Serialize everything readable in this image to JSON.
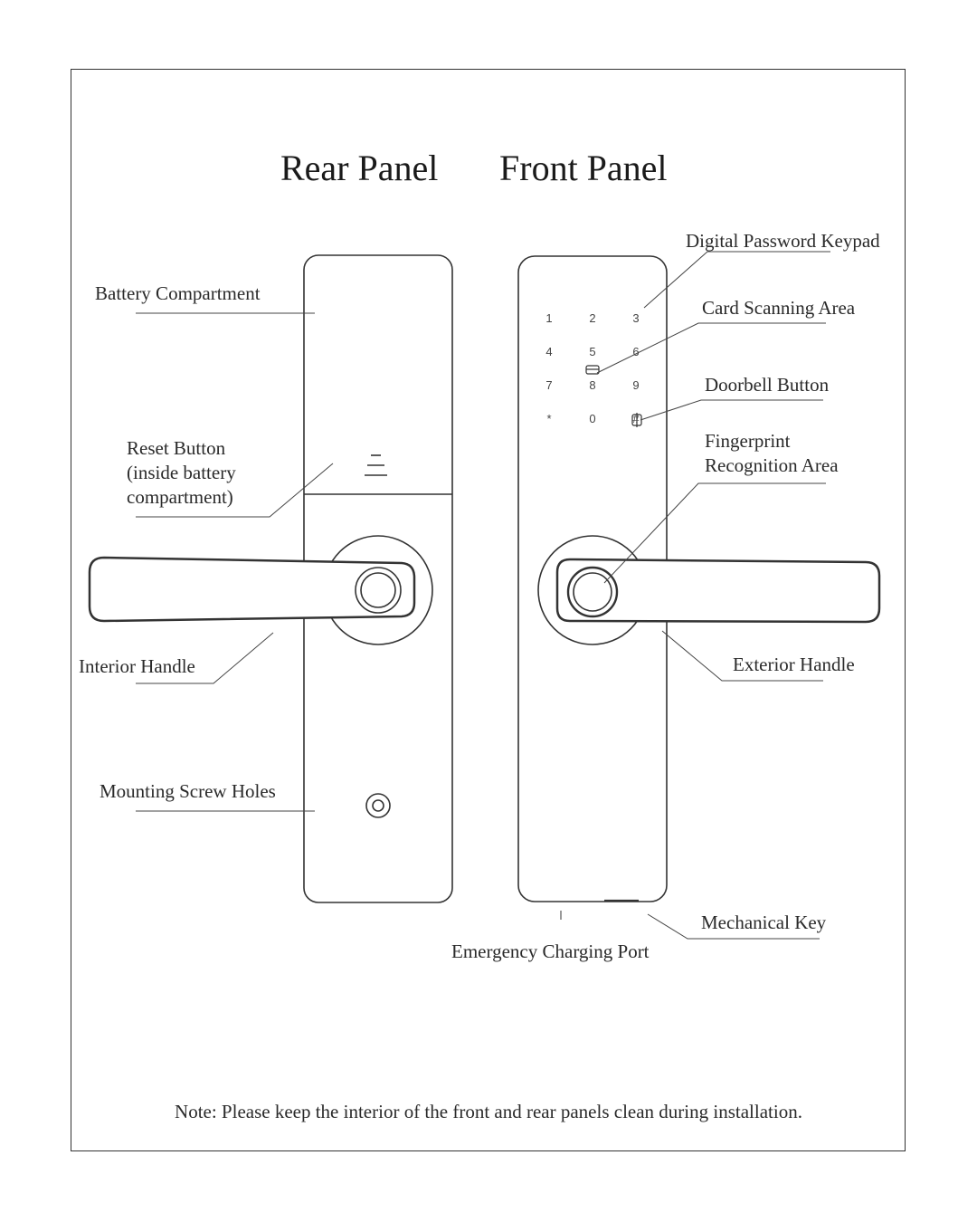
{
  "titles": {
    "rear": "Rear Panel",
    "front": "Front Panel"
  },
  "rear_labels": {
    "battery": "Battery Compartment",
    "reset_line1": "Reset Button",
    "reset_line2": "(inside battery",
    "reset_line3": "compartment)",
    "interior_handle": "Interior Handle",
    "screw_holes": "Mounting Screw Holes"
  },
  "front_labels": {
    "keypad": "Digital Password Keypad",
    "card": "Card Scanning Area",
    "doorbell": "Doorbell Button",
    "fingerprint_line1": "Fingerprint",
    "fingerprint_line2": "Recognition Area",
    "exterior_handle": "Exterior Handle",
    "mech_key": "Mechanical Key",
    "charging": "Emergency Charging Port"
  },
  "keypad": {
    "keys": [
      "1",
      "2",
      "3",
      "4",
      "5",
      "6",
      "7",
      "8",
      "9",
      "*",
      "0",
      "#"
    ]
  },
  "note": "Note: Please keep the interior of the front and rear panels clean during installation."
}
